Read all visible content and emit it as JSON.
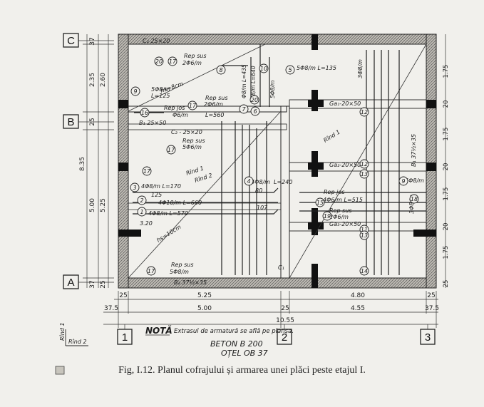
{
  "grid": {
    "rows": [
      "C",
      "B",
      "A"
    ],
    "cols": [
      "1",
      "2",
      "3"
    ]
  },
  "dims": {
    "left_outer": [
      "37",
      "2.35",
      "2.60",
      "25",
      "8.35",
      "5.00",
      "5.25",
      "25",
      "37"
    ],
    "right_col": [
      "1.75",
      "20",
      "1.75",
      "20",
      "1.75",
      "20",
      "1.75",
      "25"
    ],
    "bottom_row1": [
      "25",
      "5.25",
      "4.80",
      "25"
    ],
    "bottom_row2": [
      "37.5",
      "5.00",
      "25",
      "4.55",
      "37.5"
    ],
    "bottom_total": "10.55"
  },
  "labels": {
    "c2_top": "C₂ 25×20",
    "rep_sus_1": "Rep sus",
    "rep_sus_1b": "2Φ6/m",
    "rep_sus_2": "Rep sus",
    "rep_sus_2b": "2Φ6/m",
    "rep_sus_3": "Rep sus",
    "rep_sus_3b": "5Φ6/m",
    "rep_jos": "Rep jos",
    "bar_9": "5Φ8/m",
    "bar_9b": "L=125",
    "bar_16": "Φ6/m",
    "bar_16b": "L=560",
    "b1": "B₁ 25×50",
    "c2_mid": "C₂ - 25×20",
    "bar_3": "4Φ8/m L=170",
    "bar_2": "4Φ10/m L=660",
    "bar_1": "4Φ8/m L=570",
    "dim_125": "125",
    "dim_320": "3.20",
    "hs_left": "hs=10cm",
    "hs_top": "hs=8cm",
    "rind1": "Rînd 1",
    "rind2": "Rînd 2",
    "rep_sus_bot": "Rep sus",
    "rep_sus_botb": "5Φ8/m",
    "b2": "B₂ 37½×35",
    "bar_4": "4Φ8/m",
    "bar_4b": "L=240",
    "dim_80": "80",
    "dim_107": "107",
    "bar_15": "4Φ6/m L=515",
    "ga1": "Ga₁-20×50",
    "ga2": "Ga₂-20×50",
    "ga3": "Ga₃-20×50",
    "rep_jos2": "Rep jos",
    "rep_sus_19": "Rep sus",
    "rep_sus_19b": "2Φ6/m",
    "bar_5": "5Φ8/m L=135",
    "bar_9r": "5Φ8/m",
    "bar_18": "3Φ8/m",
    "bar_14": "3Φ8/m",
    "bar_7": "Φ8/m L=435",
    "bar_6": "Φ8/m L=640",
    "bar_10": "5Φ8/m",
    "rind1_r": "Rînd 1",
    "c1": "C₁",
    "b1_r": "B₁ 37½×35"
  },
  "circles": [
    "17",
    "9",
    "16",
    "17",
    "17",
    "3",
    "2",
    "1",
    "17",
    "4",
    "10",
    "8",
    "7",
    "6",
    "20",
    "12",
    "13",
    "5",
    "15",
    "19",
    "11",
    "9",
    "18",
    "14",
    "13",
    "12",
    "17",
    "20"
  ],
  "note": {
    "title": "NOTĂ",
    "text": "Extrasul de armatură se află pe planșa.",
    "beton": "BETON B 200",
    "otel": "OȚEL  OB 37"
  },
  "side": {
    "rind1": "Rînd 1",
    "rind2": "Rînd 2"
  },
  "caption": "Fig, I.12. Planul cofrajului și armarea unei plăci peste etajul I."
}
